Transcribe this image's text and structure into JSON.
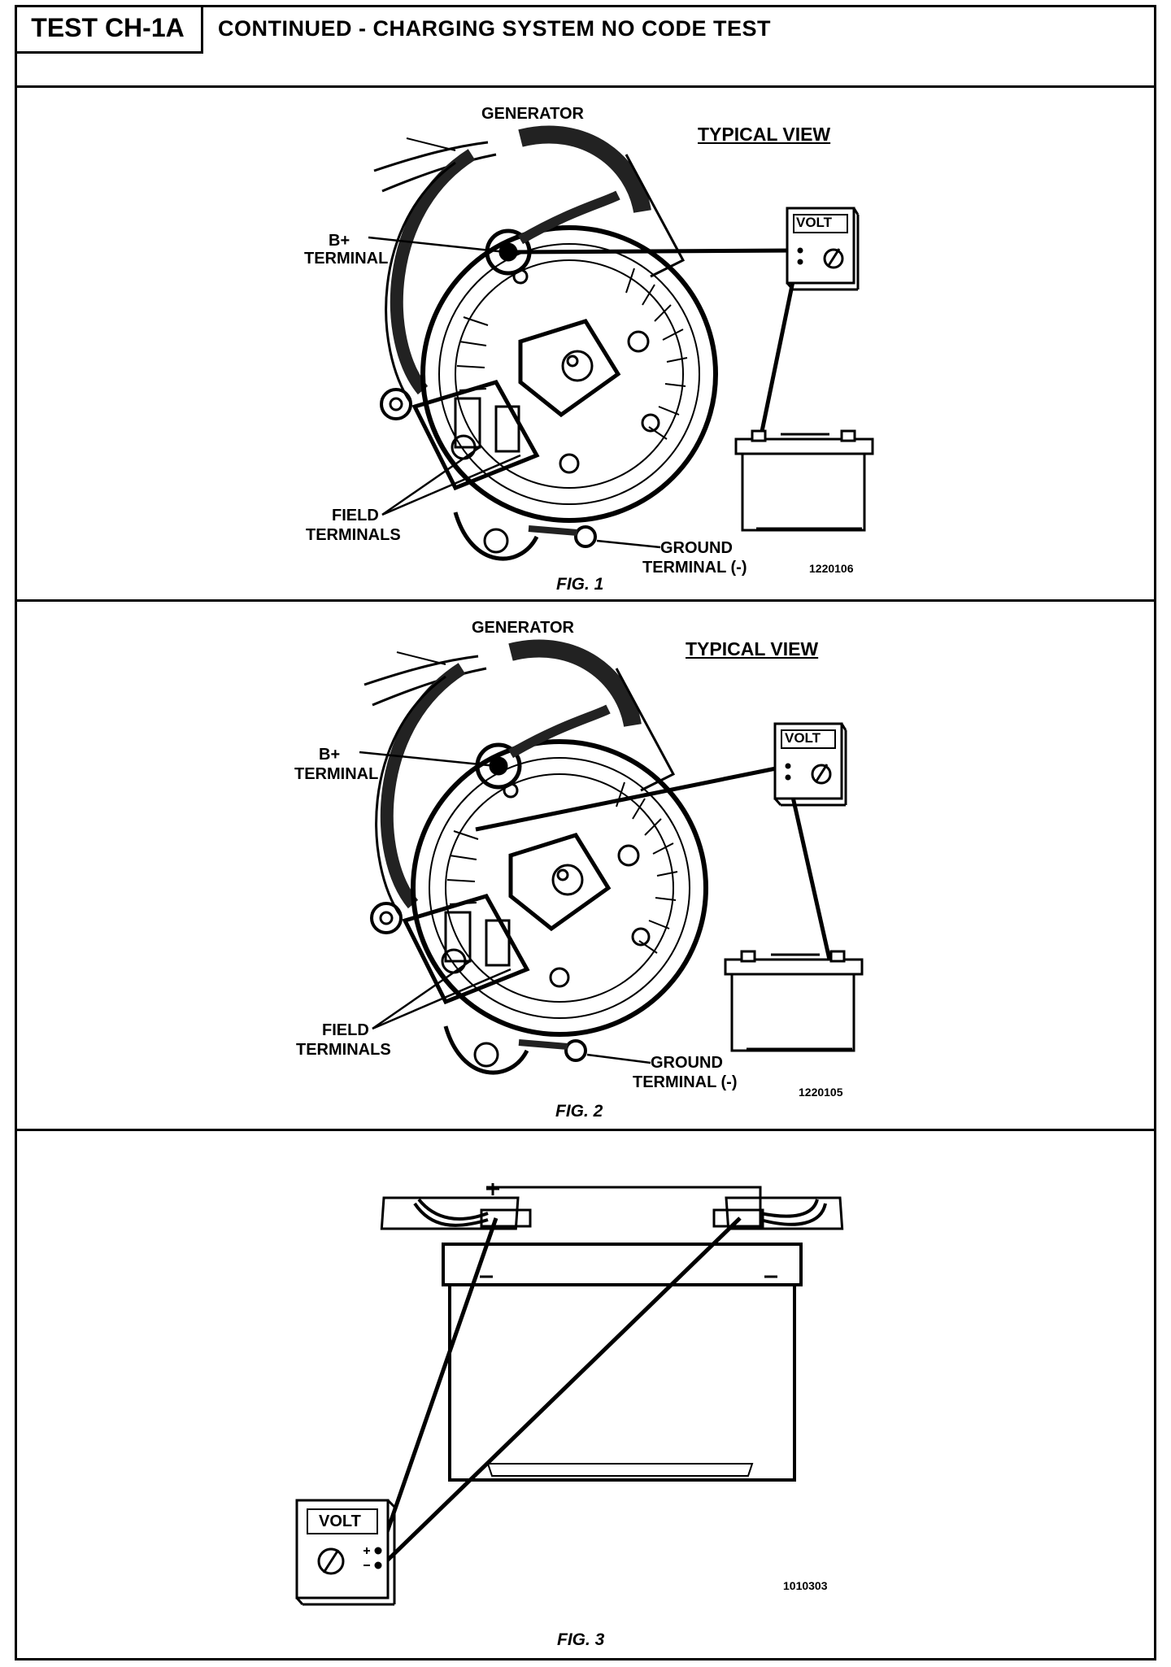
{
  "header": {
    "test_id": "TEST CH-1A",
    "title": "CONTINUED - CHARGING SYSTEM NO CODE TEST"
  },
  "figures": [
    {
      "generator_label": "GENERATOR",
      "view_label": "TYPICAL VIEW",
      "b_plus_line1": "B+",
      "b_plus_line2": "TERMINAL",
      "field_line1": "FIELD",
      "field_line2": "TERMINALS",
      "ground_line1": "GROUND",
      "ground_line2": "TERMINAL (-)",
      "meter_label": "VOLT",
      "image_number": "1220106",
      "caption": "FIG. 1"
    },
    {
      "generator_label": "GENERATOR",
      "view_label": "TYPICAL VIEW",
      "b_plus_line1": "B+",
      "b_plus_line2": "TERMINAL",
      "field_line1": "FIELD",
      "field_line2": "TERMINALS",
      "ground_line1": "GROUND",
      "ground_line2": "TERMINAL (-)",
      "meter_label": "VOLT",
      "image_number": "1220105",
      "caption": "FIG. 2"
    },
    {
      "meter_label": "VOLT",
      "image_number": "1010303",
      "caption": "FIG. 3"
    }
  ]
}
